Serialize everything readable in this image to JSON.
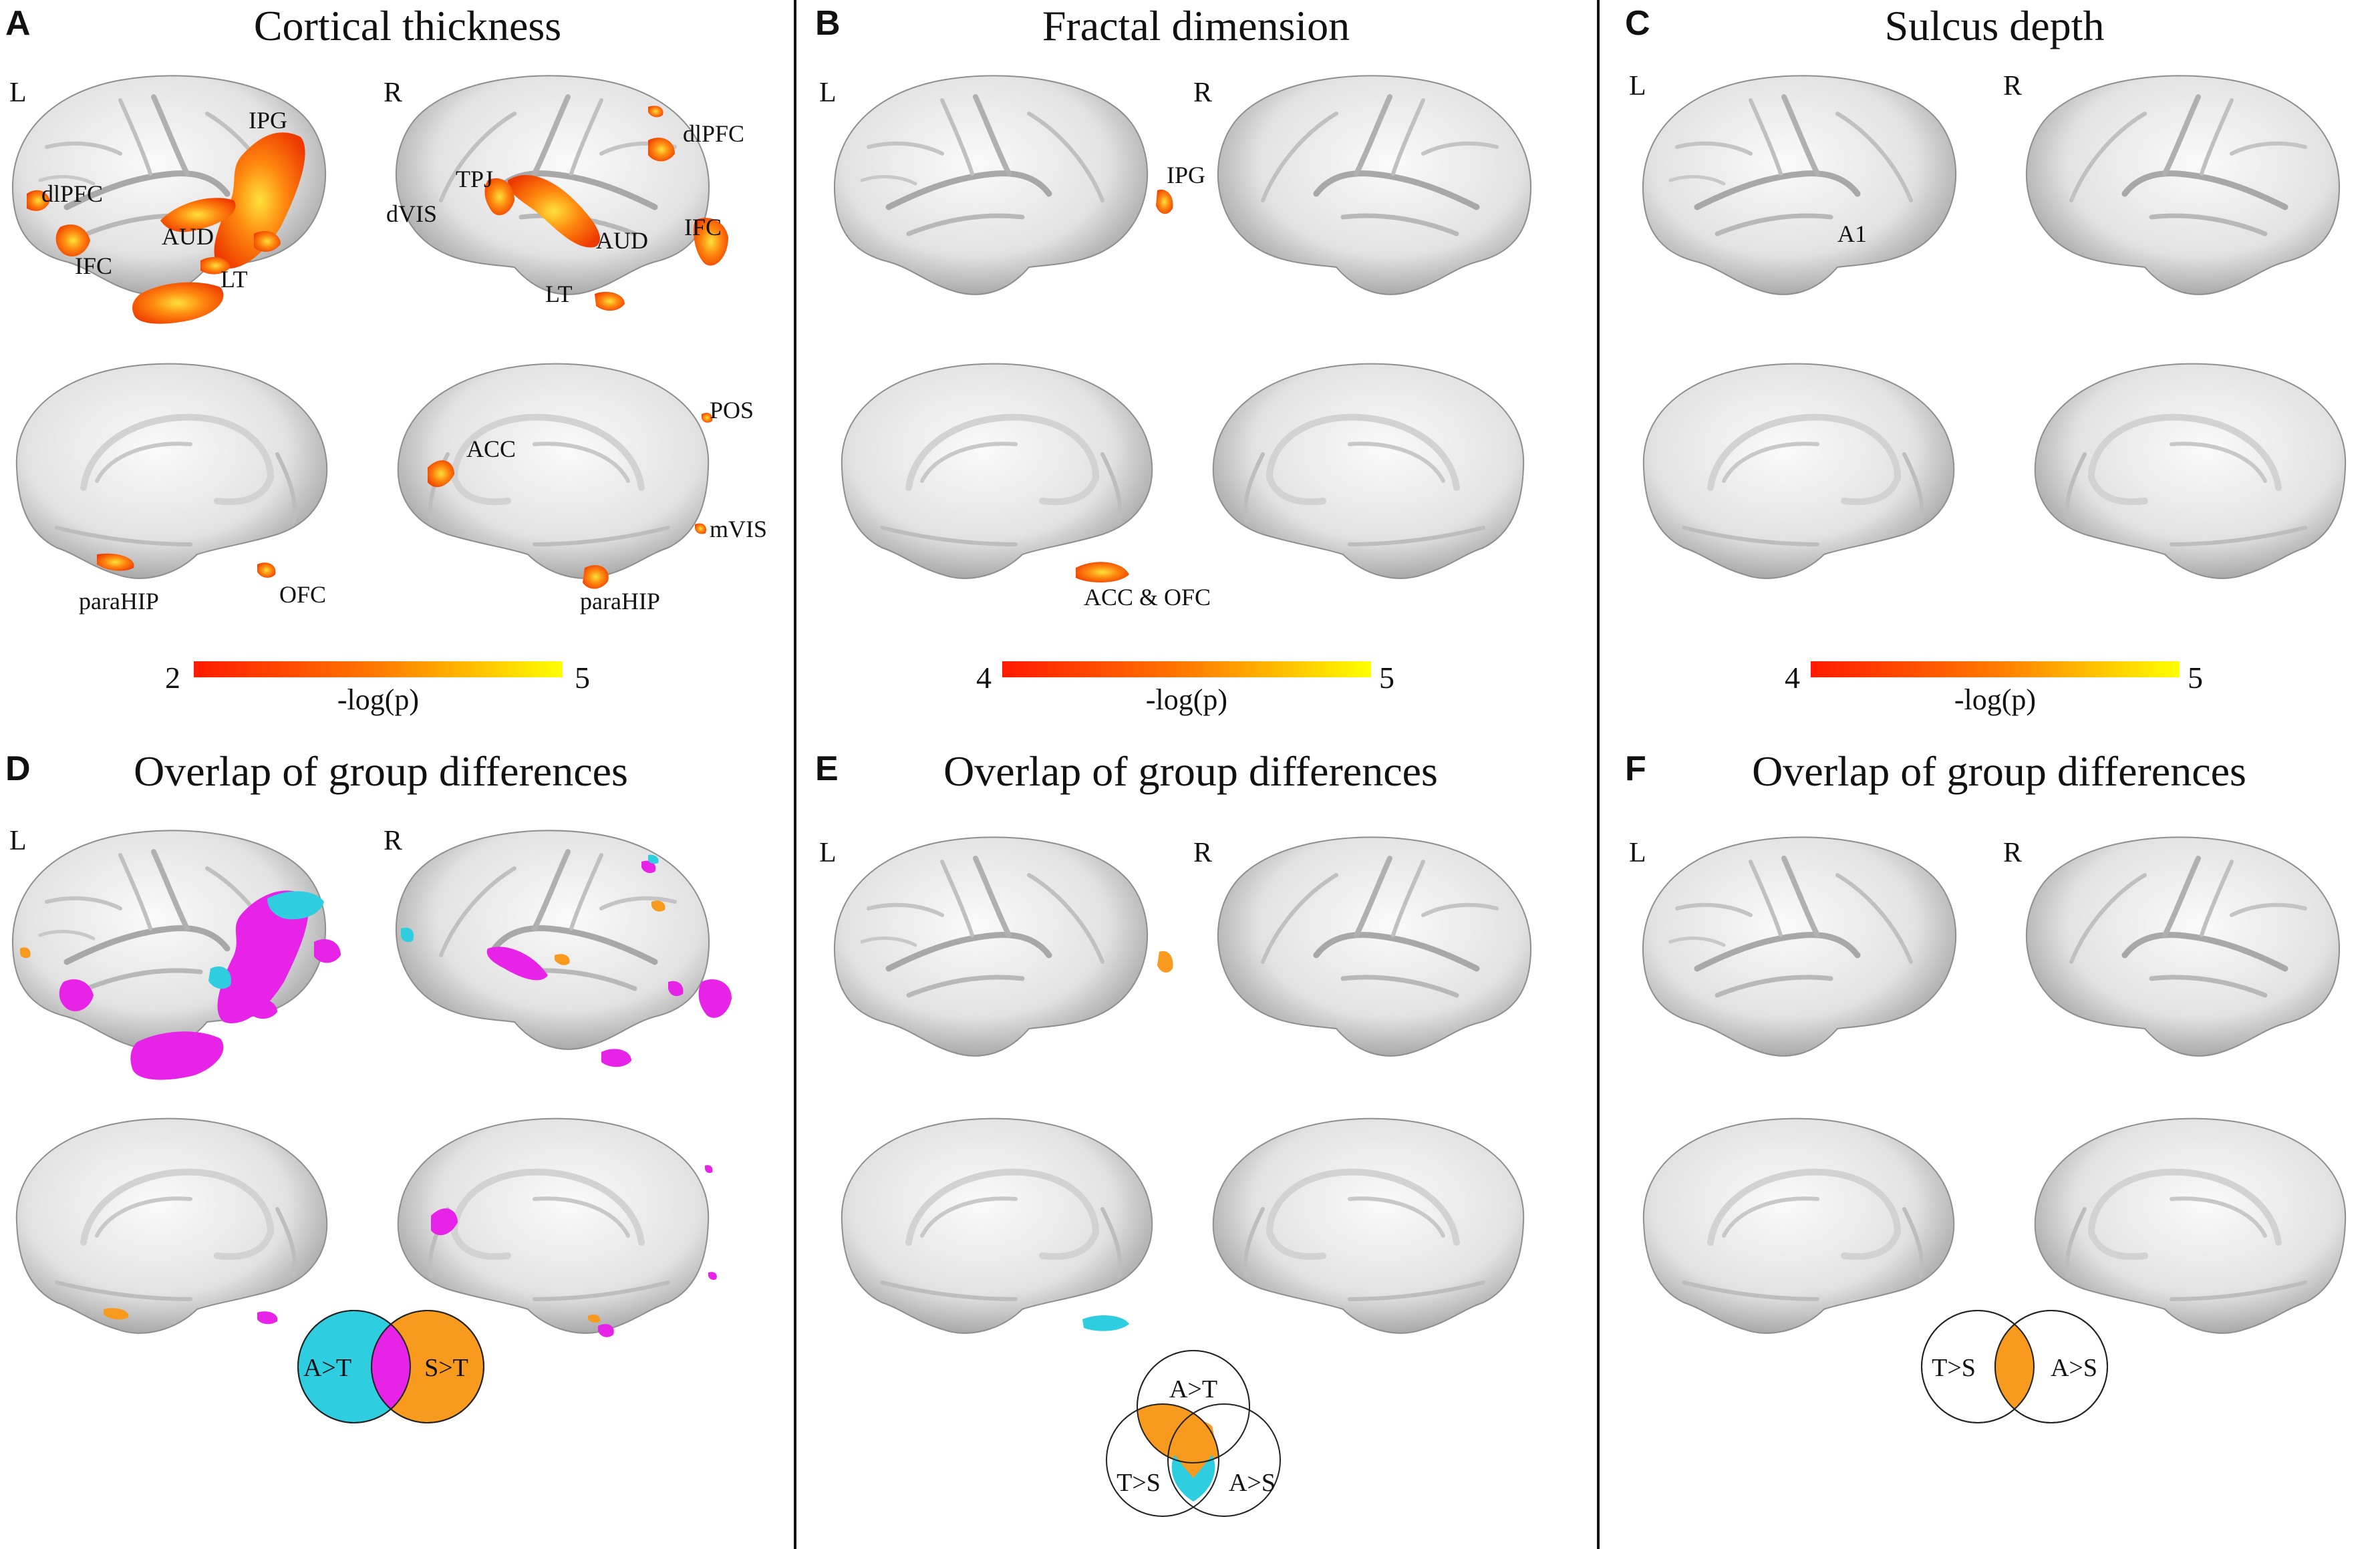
{
  "panels": [
    {
      "letter": "A",
      "title": "Cortical thickness",
      "left": "L",
      "right": "R",
      "regions": [
        "IPG",
        "dlPFC",
        "AUD",
        "IFC",
        "LT",
        "TPJ",
        "dVIS",
        "dlPFC",
        "AUD",
        "IFC",
        "LT",
        "ACC",
        "POS",
        "mVIS",
        "paraHIP",
        "OFC",
        "paraHIP"
      ],
      "colorbar": {
        "min": "2",
        "max": "5",
        "label": "-log(p)"
      }
    },
    {
      "letter": "B",
      "title": "Fractal dimension",
      "left": "L",
      "right": "R",
      "regions": [
        "IPG",
        "ACC & OFC"
      ],
      "colorbar": {
        "min": "4",
        "max": "5",
        "label": "-log(p)"
      }
    },
    {
      "letter": "C",
      "title": "Sulcus depth",
      "left": "L",
      "right": "R",
      "regions": [
        "A1"
      ],
      "colorbar": {
        "min": "4",
        "max": "5",
        "label": "-log(p)"
      }
    },
    {
      "letter": "D",
      "title": "Overlap of group differences",
      "left": "L",
      "right": "R",
      "venn": [
        "A>T",
        "S>T"
      ]
    },
    {
      "letter": "E",
      "title": "Overlap of group differences",
      "left": "L",
      "right": "R",
      "venn": [
        "A>T",
        "T>S",
        "A>S"
      ]
    },
    {
      "letter": "F",
      "title": "Overlap of group differences",
      "left": "L",
      "right": "R",
      "venn": [
        "T>S",
        "A>S"
      ]
    }
  ],
  "colors": {
    "cyan": "#2ecde0",
    "magenta": "#e823e8",
    "orange": "#f79a1e",
    "heat_low": "#ff1a00",
    "heat_mid": "#ff7a00",
    "heat_high": "#ffff00",
    "brain": "#e6e6e6"
  }
}
